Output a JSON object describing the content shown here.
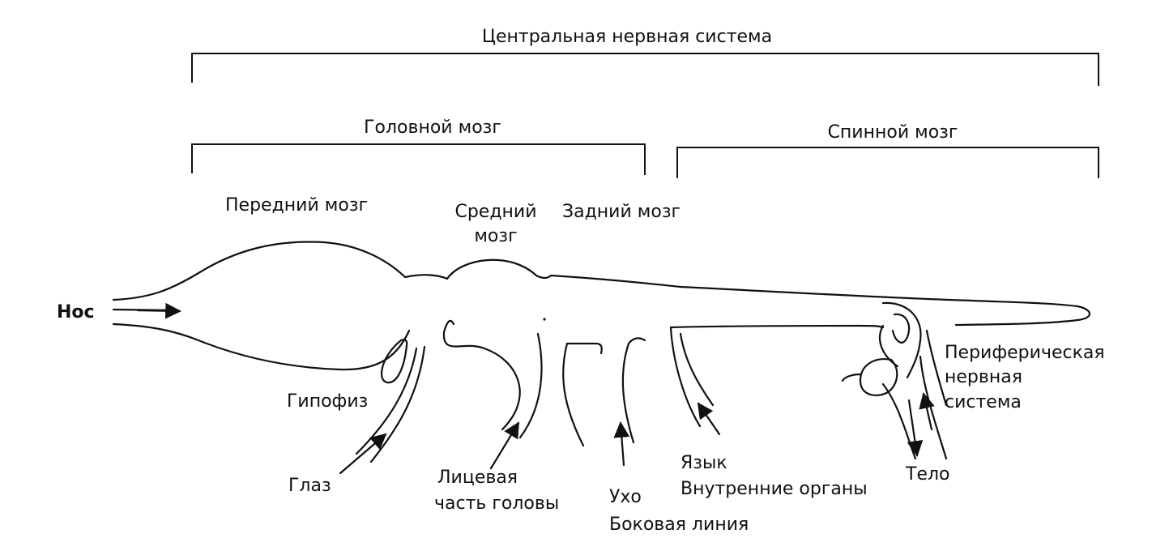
{
  "labels": {
    "cns": "Центральная нервная система",
    "brain": "Головной мозг",
    "spinal_cord": "Спинной мозг",
    "forebrain": "Передний мозг",
    "midbrain_line1": "Средний",
    "midbrain_line2": "мозг",
    "hindbrain": "Задний мозг",
    "nose": "Нос",
    "pituitary": "Гипофиз",
    "eye": "Глаз",
    "face_line1": "Лицевая",
    "face_line2": "часть головы",
    "ear_line1": "Ухо",
    "ear_line2": "Боковая линия",
    "tongue_line1": "Язык",
    "tongue_line2": "Внутренние органы",
    "pns_line1": "Периферическая",
    "pns_line2": "нервная",
    "pns_line3": "система",
    "body": "Тело"
  },
  "colors": {
    "ink": "#111111",
    "background": "#ffffff"
  }
}
